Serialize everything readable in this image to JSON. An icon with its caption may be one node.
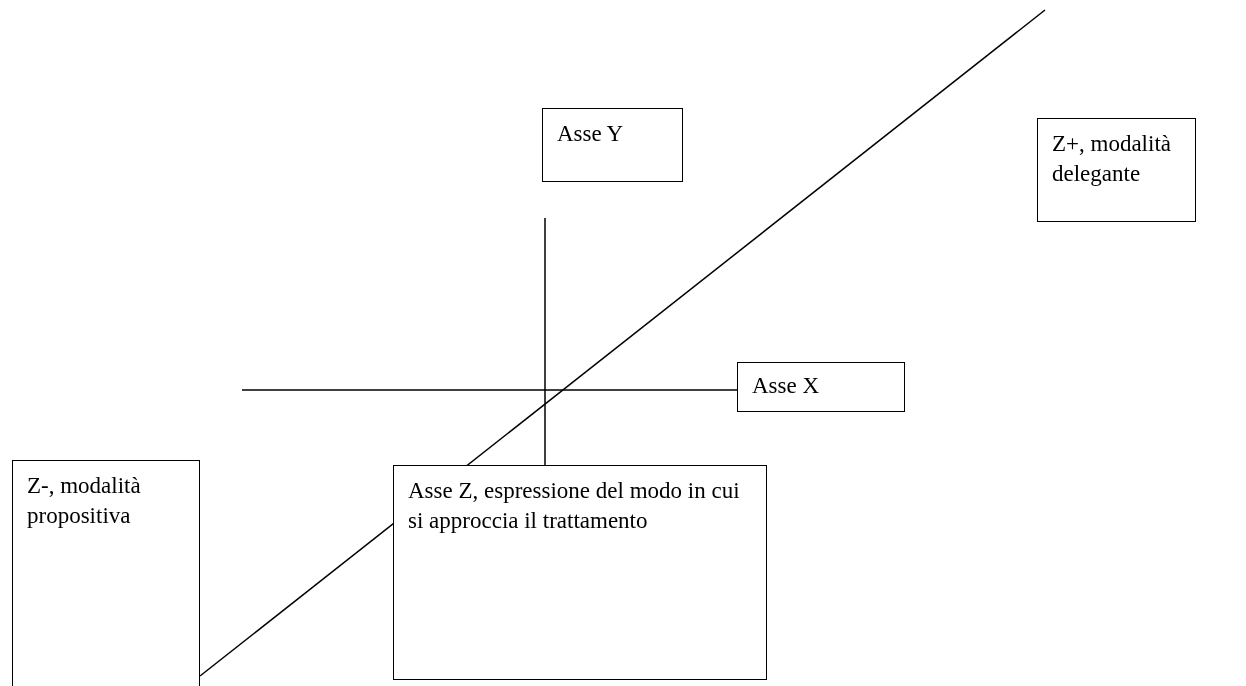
{
  "diagram": {
    "nodes": [
      {
        "text": [
          "Asse Y"
        ]
      },
      {
        "text": [
          "Z+, modalità delegante"
        ]
      },
      {
        "text": [
          "Asse X"
        ]
      },
      {
        "text": [
          "Z-, modalità propositiva"
        ]
      },
      {
        "text": [
          "Asse Z, espressione del modo in cui si approccia il trattamento"
        ]
      }
    ],
    "edges": []
  }
}
